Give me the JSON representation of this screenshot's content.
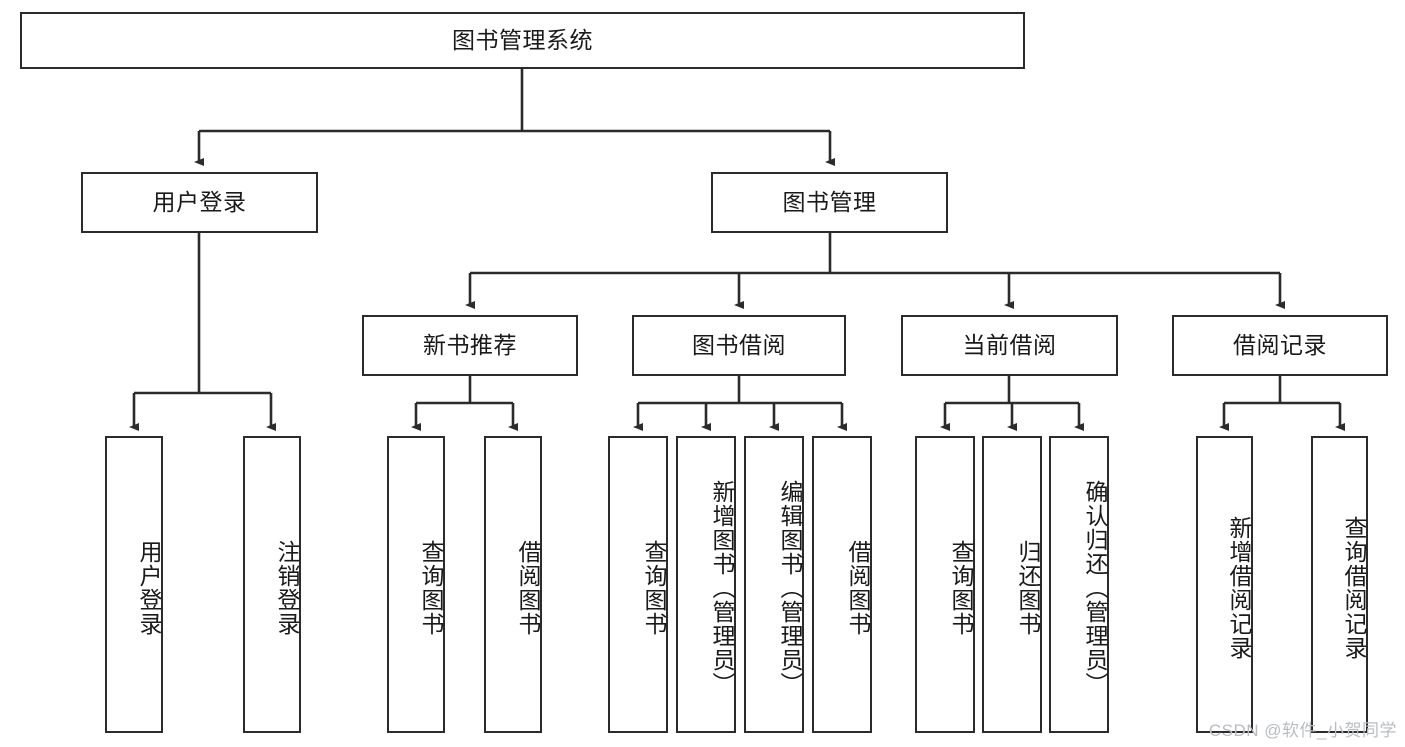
{
  "diagram": {
    "title": "图书管理系统",
    "root": {
      "label": "图书管理系统"
    },
    "level2": [
      {
        "label": "用户登录"
      },
      {
        "label": "图书管理"
      }
    ],
    "level3": [
      {
        "label": "新书推荐"
      },
      {
        "label": "图书借阅"
      },
      {
        "label": "当前借阅"
      },
      {
        "label": "借阅记录"
      }
    ],
    "leaves": {
      "user_login": [
        {
          "label": "用户登录"
        },
        {
          "label": "注销登录"
        }
      ],
      "new_book": [
        {
          "label": "查询图书"
        },
        {
          "label": "借阅图书"
        }
      ],
      "book_borrow": [
        {
          "label": "查询图书"
        },
        {
          "label": "新增图书（管理员）"
        },
        {
          "label": "编辑图书（管理员）"
        },
        {
          "label": "借阅图书"
        }
      ],
      "current_borrow": [
        {
          "label": "查询图书"
        },
        {
          "label": "归还图书"
        },
        {
          "label": "确认归还（管理员）"
        }
      ],
      "borrow_record": [
        {
          "label": "新增借阅记录"
        },
        {
          "label": "查询借阅记录"
        }
      ]
    }
  },
  "watermark": {
    "text": "CSDN @软件_小贺同学"
  },
  "colors": {
    "stroke": "#2b2b2b",
    "background": "#ffffff",
    "text": "#1a1a1a",
    "watermark": "#b9bcc2"
  }
}
